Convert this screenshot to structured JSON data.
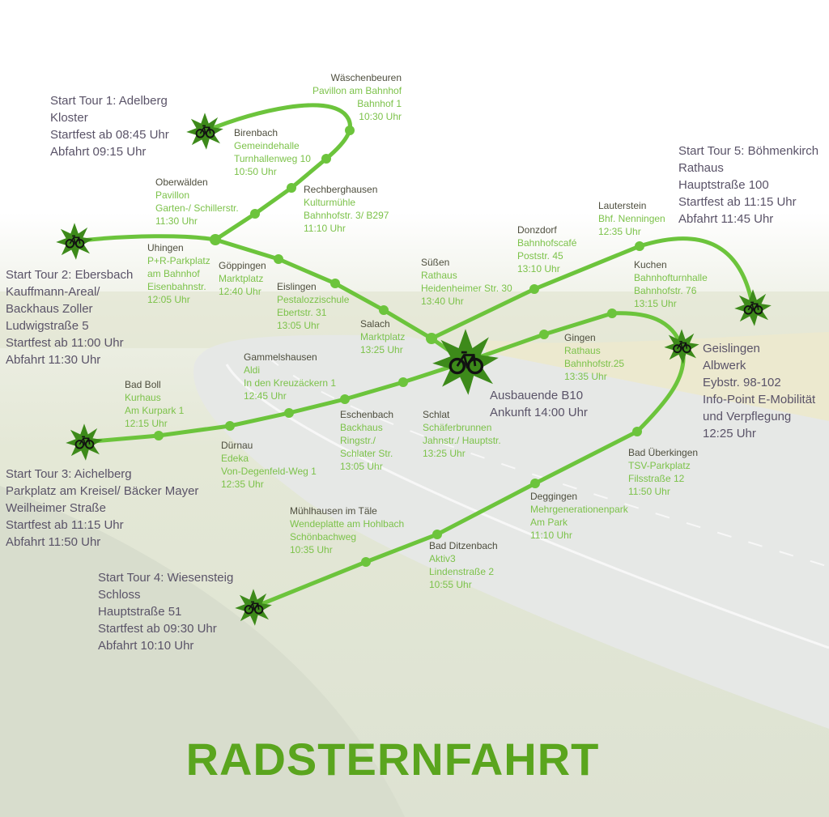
{
  "title": "RADSTERNFAHRT",
  "colors": {
    "route": "#6cc43c",
    "star": "#3d8a1a",
    "title": "#5aa51e",
    "stop_detail": "#7cc24a",
    "start_text": "#5a5368"
  },
  "starts": [
    {
      "lines": [
        "Start Tour 1: Adelberg",
        "Kloster",
        "Startfest ab 08:45 Uhr",
        "Abfahrt 09:15 Uhr"
      ]
    },
    {
      "lines": [
        "Start Tour 2: Ebersbach",
        "Kauffmann-Areal/",
        "Backhaus Zoller",
        "Ludwigstraße 5",
        "Startfest ab 11:00 Uhr",
        "Abfahrt 11:30 Uhr"
      ]
    },
    {
      "lines": [
        "Start Tour 3: Aichelberg",
        "Parkplatz am Kreisel/ Bäcker Mayer",
        "Weilheimer Straße",
        "Startfest ab 11:15 Uhr",
        "Abfahrt 11:50 Uhr"
      ]
    },
    {
      "lines": [
        "Start Tour 4: Wiesensteig",
        "Schloss",
        "Hauptstraße 51",
        "Startfest ab 09:30 Uhr",
        "Abfahrt 10:10 Uhr"
      ]
    },
    {
      "lines": [
        "Start Tour 5: Böhmenkirch",
        "Rathaus",
        "Hauptstraße 100",
        "Startfest ab 11:15 Uhr",
        "Abfahrt 11:45 Uhr"
      ]
    }
  ],
  "finish": {
    "lines": [
      "Ausbauende B10",
      "Ankunft 14:00 Uhr"
    ]
  },
  "geislingen": {
    "lines": [
      "Geislingen",
      "Albwerk",
      "Eybstr. 98-102",
      "Info-Point E-Mobilität",
      "und Verpflegung",
      "12:25 Uhr"
    ]
  },
  "stops": [
    {
      "name": "Wäschenbeuren",
      "details": [
        "Pavillon am Bahnhof",
        "Bahnhof 1",
        "10:30 Uhr"
      ]
    },
    {
      "name": "Birenbach",
      "details": [
        "Gemeindehalle",
        "Turnhallenweg 10",
        "10:50 Uhr"
      ]
    },
    {
      "name": "Rechberghausen",
      "details": [
        "Kulturmühle",
        "Bahnhofstr. 3/ B297",
        "11:10 Uhr"
      ]
    },
    {
      "name": "Oberwälden",
      "details": [
        "Pavillon",
        "Garten-/ Schillerstr.",
        "11:30 Uhr"
      ]
    },
    {
      "name": "Uhingen",
      "details": [
        "P+R-Parkplatz",
        "am Bahnhof",
        "Eisenbahnstr.",
        "12:05 Uhr"
      ]
    },
    {
      "name": "Göppingen",
      "details": [
        "Marktplatz",
        "12:40 Uhr"
      ]
    },
    {
      "name": "Eislingen",
      "details": [
        "Pestalozzischule",
        "Ebertstr. 31",
        "13:05 Uhr"
      ]
    },
    {
      "name": "Salach",
      "details": [
        "Marktplatz",
        "13:25 Uhr"
      ]
    },
    {
      "name": "Süßen",
      "details": [
        "Rathaus",
        "Heidenheimer Str. 30",
        "13:40 Uhr"
      ]
    },
    {
      "name": "Donzdorf",
      "details": [
        "Bahnhofscafé",
        "Poststr. 45",
        "13:10 Uhr"
      ]
    },
    {
      "name": "Lauterstein",
      "details": [
        "Bhf. Nenningen",
        "12:35 Uhr"
      ]
    },
    {
      "name": "Kuchen",
      "details": [
        "Bahnhofturnhalle",
        "Bahnhofstr. 76",
        "13:15 Uhr"
      ]
    },
    {
      "name": "Gingen",
      "details": [
        "Rathaus",
        "Bahnhofstr.25",
        "13:35 Uhr"
      ]
    },
    {
      "name": "Gammelshausen",
      "details": [
        "Aldi",
        "In den Kreuzäckern 1",
        "12:45 Uhr"
      ]
    },
    {
      "name": "Bad Boll",
      "details": [
        "Kurhaus",
        "Am Kurpark 1",
        "12:15 Uhr"
      ]
    },
    {
      "name": "Dürnau",
      "details": [
        "Edeka",
        "Von-Degenfeld-Weg 1",
        "12:35 Uhr"
      ]
    },
    {
      "name": "Eschenbach",
      "details": [
        "Backhaus",
        "Ringstr./",
        "Schlater Str.",
        "13:05 Uhr"
      ]
    },
    {
      "name": "Schlat",
      "details": [
        "Schäferbrunnen",
        "Jahnstr./ Hauptstr.",
        "13:25 Uhr"
      ]
    },
    {
      "name": "Bad Überkingen",
      "details": [
        "TSV-Parkplatz",
        "Filsstraße 12",
        "11:50 Uhr"
      ]
    },
    {
      "name": "Deggingen",
      "details": [
        "Mehrgenerationenpark",
        "Am Park",
        "11:10 Uhr"
      ]
    },
    {
      "name": "Mühlhausen im Täle",
      "details": [
        "Wendeplatte am Hohlbach",
        "Schönbachweg",
        "10:35 Uhr"
      ]
    },
    {
      "name": "Bad Ditzenbach",
      "details": [
        "Aktiv3",
        "Lindenstraße 2",
        "10:55 Uhr"
      ]
    }
  ]
}
